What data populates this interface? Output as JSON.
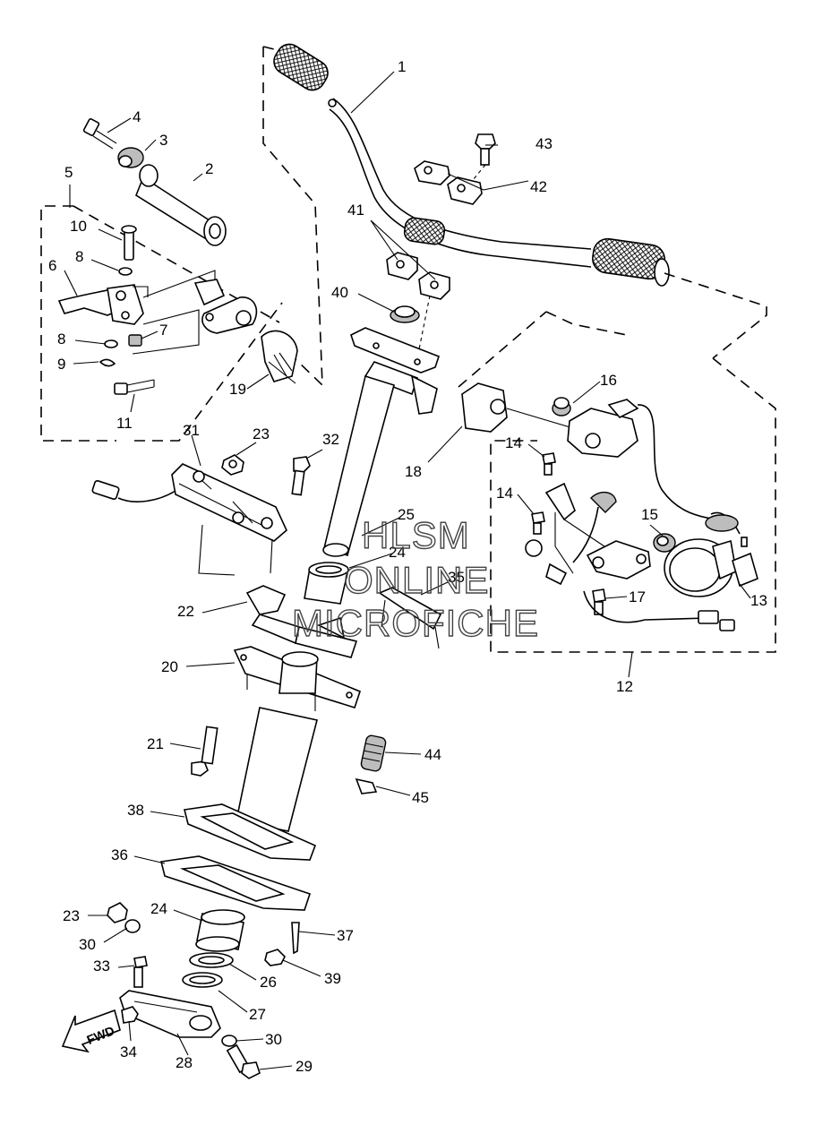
{
  "watermark": {
    "line1": "HLSM",
    "line2": "ONLINE",
    "line3": "MICROFICHE"
  },
  "fwd_label": "FWD",
  "callouts": {
    "c1": "1",
    "c2": "2",
    "c3": "3",
    "c4": "4",
    "c5": "5",
    "c6": "6",
    "c7": "7",
    "c8a": "8",
    "c8b": "8",
    "c9": "9",
    "c10": "10",
    "c11": "11",
    "c12": "12",
    "c13": "13",
    "c14a": "14",
    "c14b": "14",
    "c15": "15",
    "c16": "16",
    "c17": "17",
    "c18": "18",
    "c19": "19",
    "c20": "20",
    "c21": "21",
    "c22": "22",
    "c23a": "23",
    "c23b": "23",
    "c24a": "24",
    "c24b": "24",
    "c25": "25",
    "c26": "26",
    "c27": "27",
    "c28": "28",
    "c29": "29",
    "c30a": "30",
    "c30b": "30",
    "c31": "31",
    "c32": "32",
    "c33": "33",
    "c34": "34",
    "c35": "35",
    "c36": "36",
    "c37": "37",
    "c38": "38",
    "c39": "39",
    "c40": "40",
    "c41": "41",
    "c42": "42",
    "c43": "43",
    "c44": "44",
    "c45": "45"
  }
}
